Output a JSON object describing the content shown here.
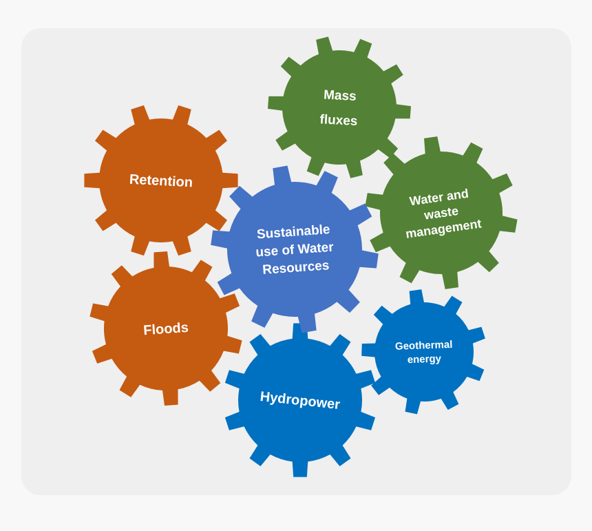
{
  "diagram": {
    "colors": {
      "orange": "#c55a11",
      "green": "#538135",
      "blue_center": "#4472c4",
      "blue": "#0070c0",
      "text": "#ffffff"
    },
    "gears": [
      {
        "id": "center",
        "color": "blue_center",
        "lines": [
          "Sustainable",
          "use of Water",
          "Resources"
        ]
      },
      {
        "id": "retention",
        "color": "orange",
        "lines": [
          "Retention"
        ]
      },
      {
        "id": "floods",
        "color": "orange",
        "lines": [
          "Floods"
        ]
      },
      {
        "id": "mass-fluxes",
        "color": "green",
        "lines": [
          "Mass",
          "fluxes"
        ]
      },
      {
        "id": "water-waste",
        "color": "green",
        "lines": [
          "Water and",
          "waste",
          "management"
        ]
      },
      {
        "id": "hydropower",
        "color": "blue",
        "lines": [
          "Hydropower"
        ]
      },
      {
        "id": "geothermal",
        "color": "blue",
        "lines": [
          "Geothermal",
          "energy"
        ]
      }
    ]
  }
}
